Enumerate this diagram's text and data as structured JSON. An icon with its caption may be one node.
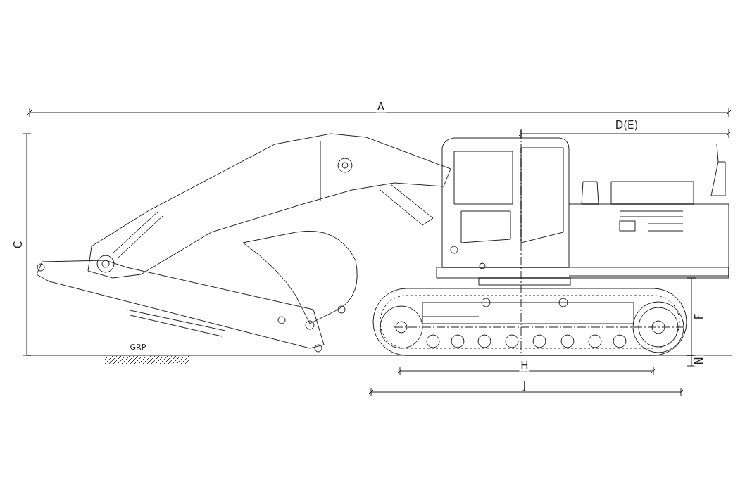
{
  "diagram": {
    "labels": [
      "A",
      "D(E)",
      "C",
      "GRP",
      "H",
      "J",
      "F",
      "N"
    ]
  }
}
